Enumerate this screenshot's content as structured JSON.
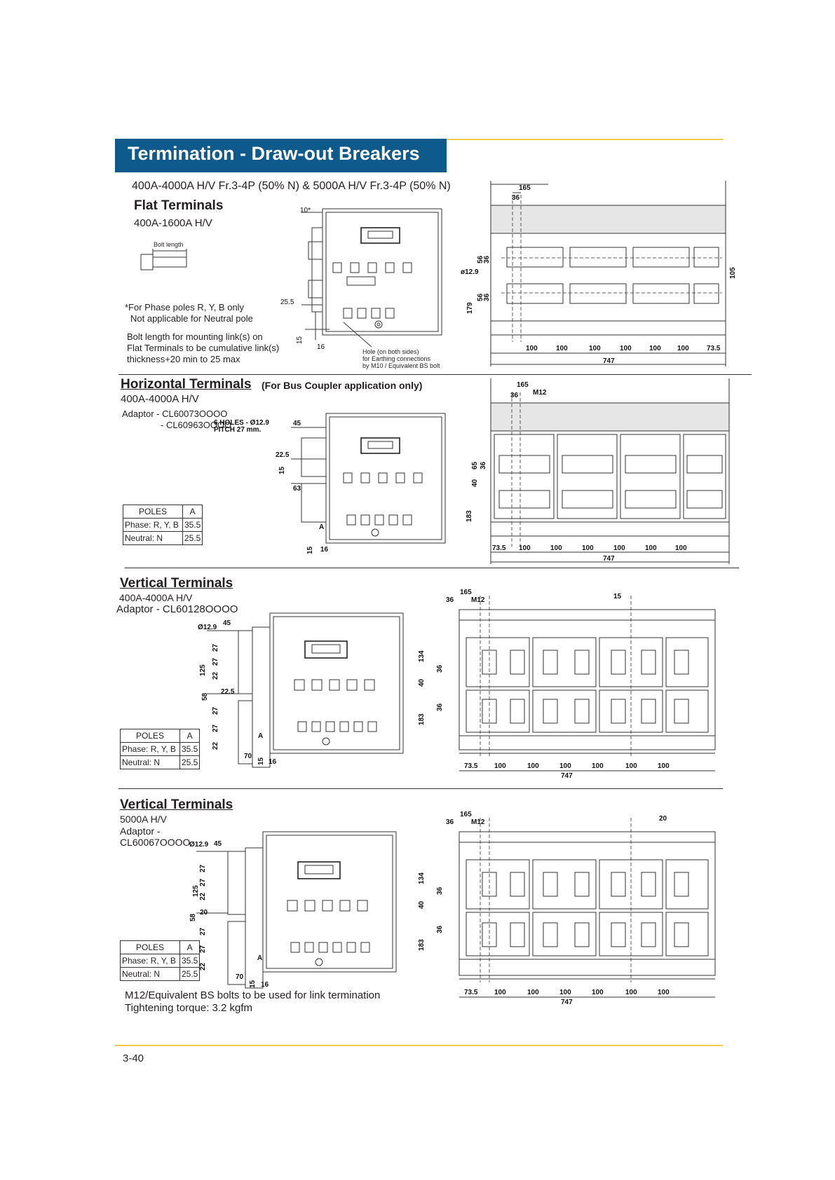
{
  "header": {
    "title": "Termination - Draw-out Breakers"
  },
  "intro": {
    "subtitle": "400A-4000A H/V Fr.3-4P (50% N) & 5000A H/V Fr.3-4P (50% N)"
  },
  "flat": {
    "heading": "Flat Terminals",
    "range": "400A-1600A H/V",
    "bolt_length_label": "Bolt length",
    "note_phase_1": "*For Phase poles R, Y, B only",
    "note_phase_2": "Not applicable for Neutral pole",
    "note_bolt_1": "Bolt length for mounting link(s) on",
    "note_bolt_2": "Flat Terminals to be cumulative link(s)",
    "note_bolt_3": "thickness+20 min to 25 max",
    "hole_note_1": "Hole (on both sides)",
    "hole_note_2": "for Earthing connections",
    "hole_note_3": "by M10 / Equivalent BS bolt",
    "dims": {
      "d10": "10*",
      "d255": "25.5",
      "d15": "15",
      "d16": "16",
      "d165": "165",
      "d36": "36",
      "d56a": "56",
      "d36a": "36",
      "d129": "ø12.9",
      "d56b": "56",
      "d36b": "36",
      "d179": "179",
      "d105": "105",
      "d100": "100",
      "d735": "73.5",
      "d747": "747"
    }
  },
  "horizontal": {
    "heading": "Horizontal Terminals",
    "heading_suffix": "(For Bus Coupler application only)",
    "range": "400A-4000A  H/V",
    "adaptor_1": "Adaptor - CL60073OOOO",
    "adaptor_2": "- CL60963OOOO",
    "holes_1": "6 HOLES - Ø12.9",
    "holes_2": "PITCH 27 mm.",
    "dims": {
      "d45": "45",
      "d225": "22.5",
      "d15": "15",
      "d63": "63",
      "d15b": "15",
      "d16": "16",
      "dA": "A",
      "d165": "165",
      "d36": "36",
      "m12": "M12",
      "d65": "65",
      "d36b": "36",
      "d40": "40",
      "d183": "183",
      "d735": "73.5",
      "d100": "100",
      "d747": "747"
    },
    "table": {
      "header": [
        "POLES",
        "A"
      ],
      "rows": [
        [
          "Phase: R, Y, B",
          "35.5"
        ],
        [
          "Neutral: N",
          "25.5"
        ]
      ]
    }
  },
  "vertical1": {
    "heading": "Vertical Terminals",
    "range": "400A-4000A  H/V",
    "adaptor": "Adaptor - CL60128OOOO",
    "dims": {
      "d129": "Ø12.9",
      "d45": "45",
      "d125": "125",
      "d27": "27",
      "d22": "22",
      "d58": "58",
      "d225": "22.5",
      "d70": "70",
      "d15": "15",
      "d16": "16",
      "dA": "A",
      "d165": "165",
      "d36": "36",
      "m12": "M12",
      "d15r": "15",
      "d134": "134",
      "d36v": "36",
      "d40": "40",
      "d183": "183",
      "d735": "73.5",
      "d100": "100",
      "d747": "747"
    },
    "table": {
      "header": [
        "POLES",
        "A"
      ],
      "rows": [
        [
          "Phase: R, Y, B",
          "35.5"
        ],
        [
          "Neutral: N",
          "25.5"
        ]
      ]
    }
  },
  "vertical2": {
    "heading": "Vertical Terminals",
    "range": "5000A  H/V",
    "adaptor_1": "Adaptor -",
    "adaptor_2": "CL60067OOOO",
    "dims": {
      "d129": "Ø12.9",
      "d45": "45",
      "d125": "125",
      "d27": "27",
      "d22": "22",
      "d58": "58",
      "d20": "20",
      "d70": "70",
      "d15": "15",
      "d16": "16",
      "dA": "A",
      "d165": "165",
      "d36": "36",
      "m12": "M12",
      "d20r": "20",
      "d134": "134",
      "d36v": "36",
      "d40": "40",
      "d183": "183",
      "d735": "73.5",
      "d100": "100",
      "d747": "747"
    },
    "table": {
      "header": [
        "POLES",
        "A"
      ],
      "rows": [
        [
          "Phase: R, Y, B",
          "35.5"
        ],
        [
          "Neutral: N",
          "25.5"
        ]
      ]
    }
  },
  "footer": {
    "note_1": "M12/Equivalent BS bolts to be used for link termination",
    "note_2": "Tightening torque: 3.2 kgfm",
    "page_number": "3-40"
  }
}
